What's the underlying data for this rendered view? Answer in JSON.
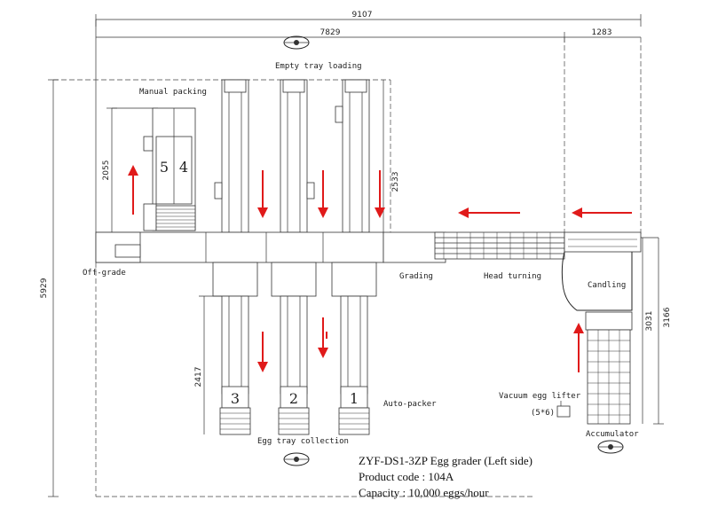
{
  "dimensions": {
    "overall_width": "9107",
    "main_width": "7829",
    "right_width": "1283",
    "overall_height": "5929",
    "manual_packing_height": "2055",
    "loading_height": "2533",
    "collection_height": "2417",
    "candling_height": "3031",
    "accumulator_height": "3166"
  },
  "labels": {
    "empty_tray_loading": "Empty tray loading",
    "manual_packing": "Manual packing",
    "off_grade": "Off-grade",
    "grading": "Grading",
    "head_turning": "Head turning",
    "candling": "Candling",
    "auto_packer": "Auto-packer",
    "egg_tray_collection": "Egg tray collection",
    "vacuum_egg_lifter": "Vacuum egg lifter",
    "vacuum_grid": "(5*6)",
    "accumulator": "Accumulator"
  },
  "manual_packing_numbers": [
    "5",
    "4"
  ],
  "packer_numbers": [
    "3",
    "2",
    "1"
  ],
  "caption": {
    "title": "ZYF-DS1-3ZP Egg grader  (Left side)",
    "product_code": "Product code : 104A",
    "capacity": "Capacity : 10,000 eggs/hour"
  },
  "colors": {
    "arrow": "#e01a1a",
    "line": "#333333"
  }
}
